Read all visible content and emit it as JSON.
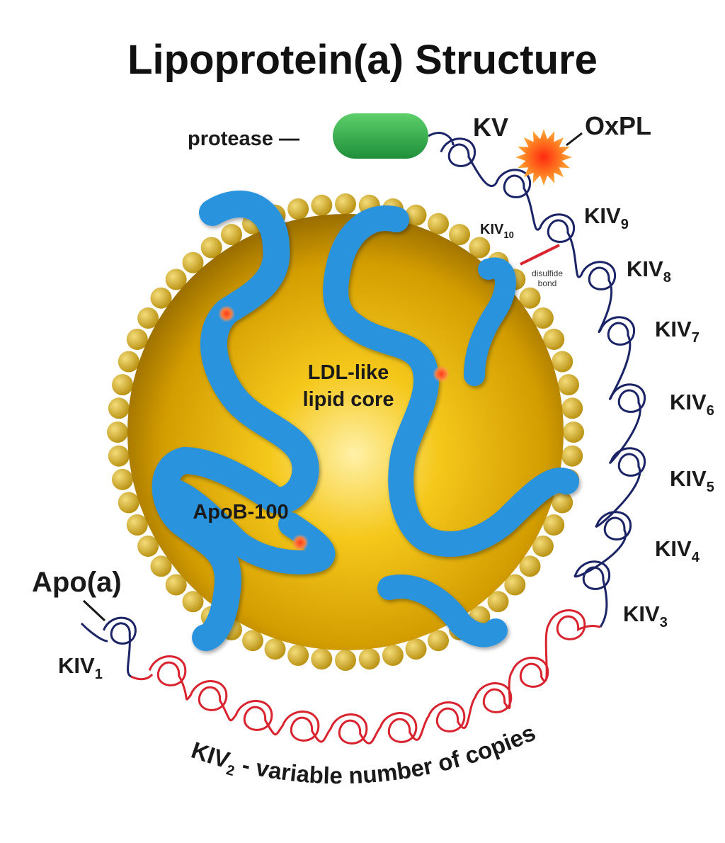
{
  "title": "Lipoprotein(a) Structure",
  "labels": {
    "protease": "protease —",
    "kv": "KV",
    "oxpl": "OxPL",
    "kiv10_main": "KIV",
    "kiv10_sub": "10",
    "kiv9_main": "KIV",
    "kiv9_sub": "9",
    "disulfide_line1": "disulfide",
    "disulfide_line2": "bond",
    "kiv8_main": "KIV",
    "kiv8_sub": "8",
    "kiv7_main": "KIV",
    "kiv7_sub": "7",
    "kiv6_main": "KIV",
    "kiv6_sub": "6",
    "kiv5_main": "KIV",
    "kiv5_sub": "5",
    "kiv4_main": "KIV",
    "kiv4_sub": "4",
    "kiv3_main": "KIV",
    "kiv3_sub": "3",
    "core_line1": "LDL-like",
    "core_line2": "lipid core",
    "apob": "ApoB-100",
    "apoa": "Apo(a)",
    "kiv1_main": "KIV",
    "kiv1_sub": "1",
    "kiv2_main": "KIV",
    "kiv2_sub": "2",
    "kiv2_rest": " - variable number of copies"
  },
  "colors": {
    "core_gold": "#d9a400",
    "bead_gold": "#d8b030",
    "apob_blue": "#2a93dd",
    "chain_navy": "#1a2466",
    "kiv2_red": "#d9232e",
    "protease_green": "#2aa84a",
    "oxpl_orange": "#f26522"
  }
}
